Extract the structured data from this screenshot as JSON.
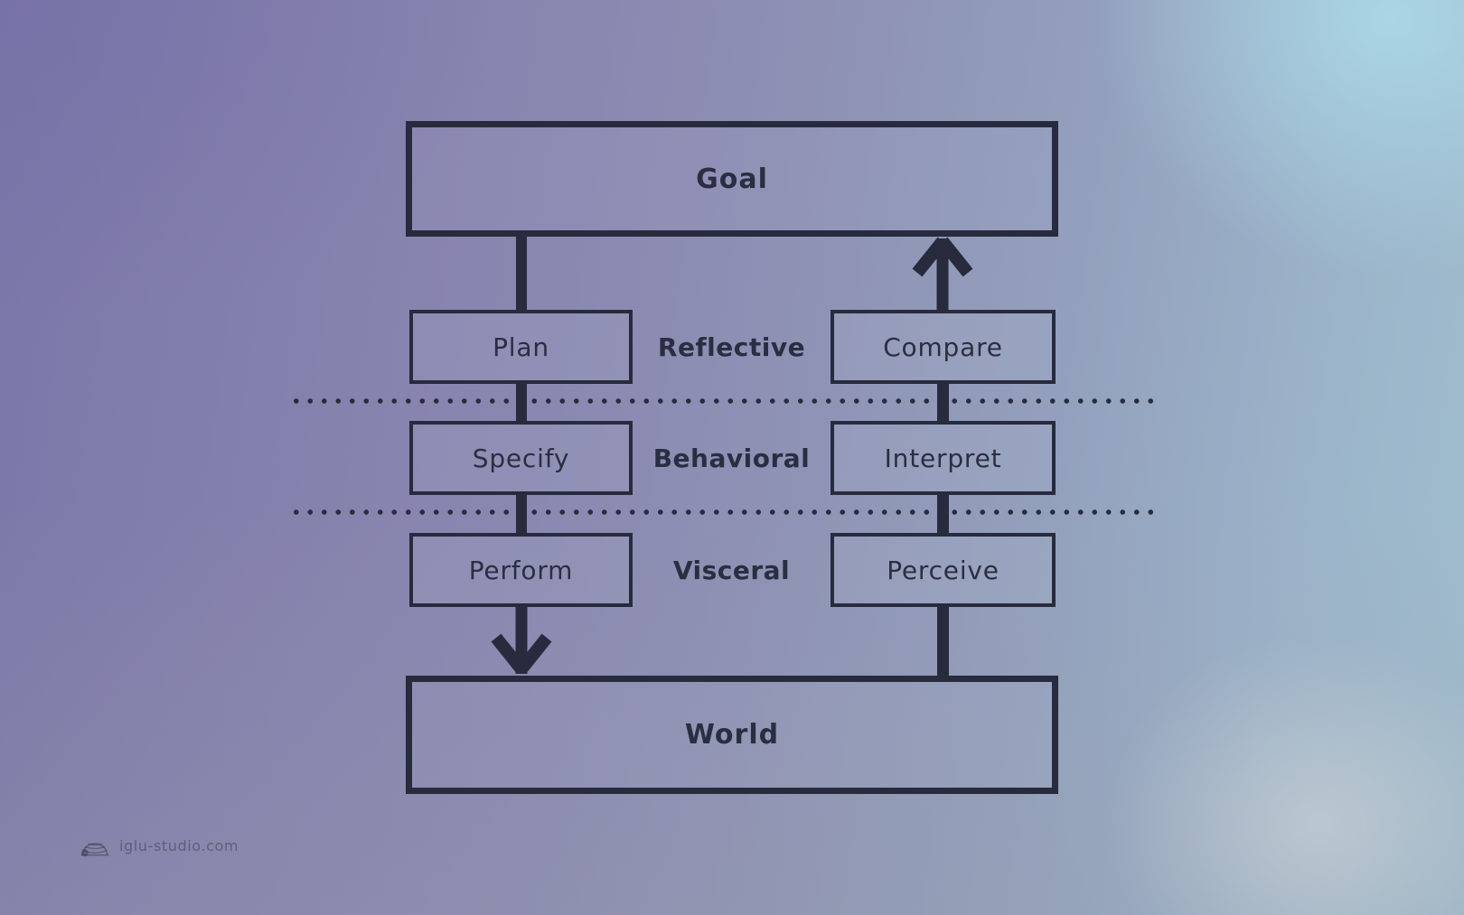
{
  "diagram": {
    "goal": "Goal",
    "world": "World",
    "levels": [
      {
        "name": "Reflective",
        "action": "Plan",
        "evaluation": "Compare"
      },
      {
        "name": "Behavioral",
        "action": "Specify",
        "evaluation": "Interpret"
      },
      {
        "name": "Visceral",
        "action": "Perform",
        "evaluation": "Perceive"
      }
    ],
    "colors": {
      "line": "#272b3d",
      "text": "#2b2e41"
    }
  },
  "watermark": {
    "text": "iglu-studio.com"
  }
}
